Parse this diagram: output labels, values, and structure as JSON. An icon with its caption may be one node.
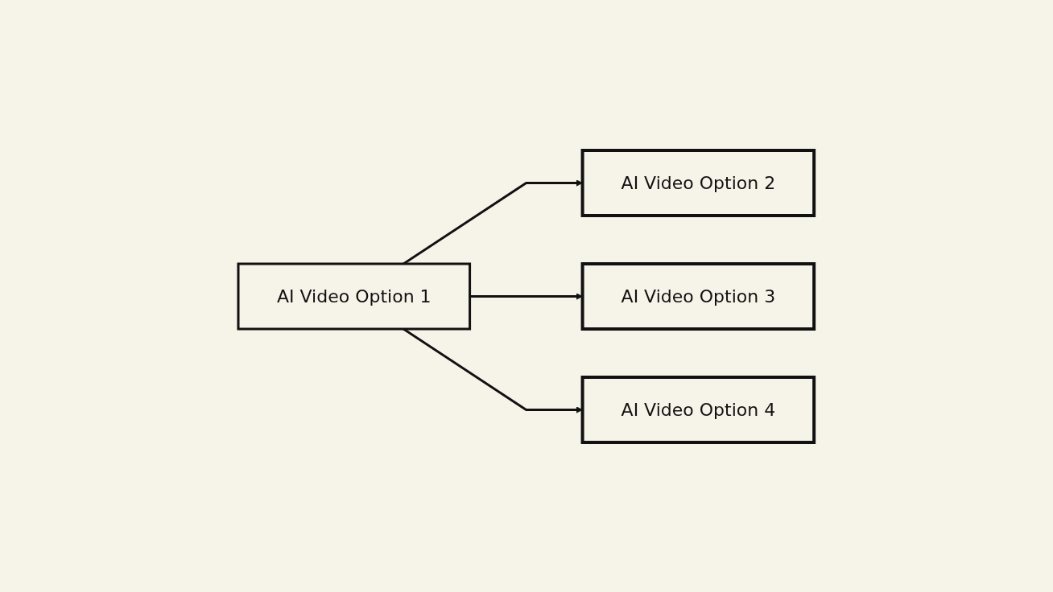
{
  "diagram": {
    "nodes": [
      {
        "text": [
          "AI Video Option 1"
        ]
      },
      {
        "text": [
          "AI Video Option 2"
        ]
      },
      {
        "text": [
          "AI Video Option 3"
        ]
      },
      {
        "text": [
          "AI Video Option 4"
        ]
      }
    ],
    "edges": [
      {
        "from": 0,
        "to": 1,
        "arrow": "to"
      },
      {
        "from": 0,
        "to": 2,
        "arrow": "to"
      },
      {
        "from": 0,
        "to": 3,
        "arrow": "to"
      }
    ]
  }
}
